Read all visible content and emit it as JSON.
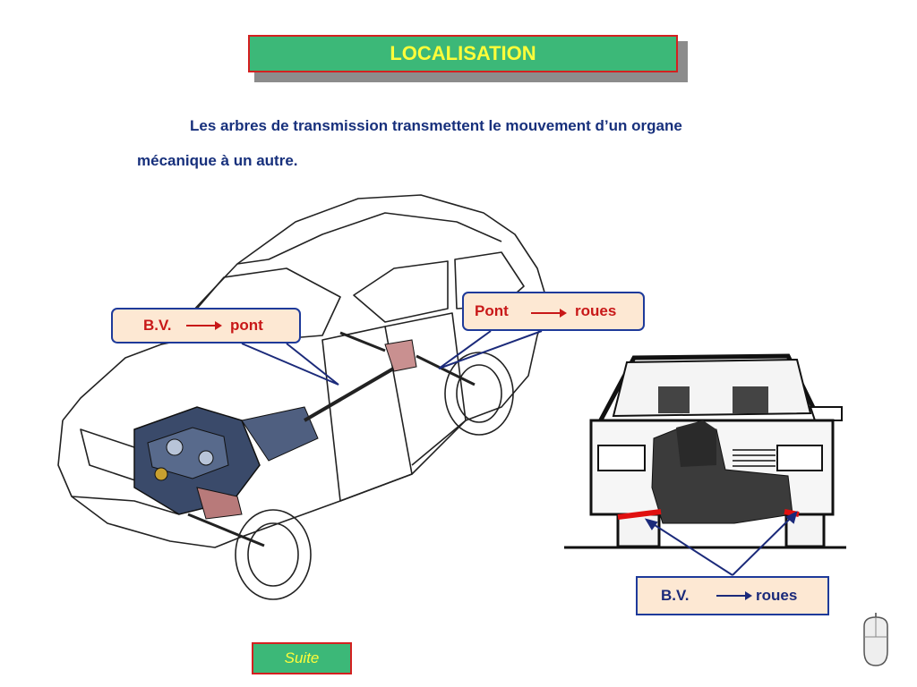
{
  "title": "LOCALISATION",
  "intro": {
    "line1": "Les arbres de transmission transmettent le mouvement d’un organe",
    "line2": "mécanique à un autre."
  },
  "callouts": {
    "bv_pont": {
      "from": "B.V.",
      "to": "pont"
    },
    "pont_roues": {
      "from": "Pont",
      "to": "roues"
    },
    "bv_roues": {
      "from": "B.V.",
      "to": "roues"
    }
  },
  "suite_label": "Suite",
  "colors": {
    "title_bg": "#3cb878",
    "title_text": "#fffc3a",
    "title_border": "#d42020",
    "callout_bg": "#fde8d3",
    "navy": "#1b2a7a",
    "red": "#c81818"
  },
  "icons": [
    "car-cutaway-illustration",
    "car-front-illustration",
    "mouse-icon"
  ]
}
